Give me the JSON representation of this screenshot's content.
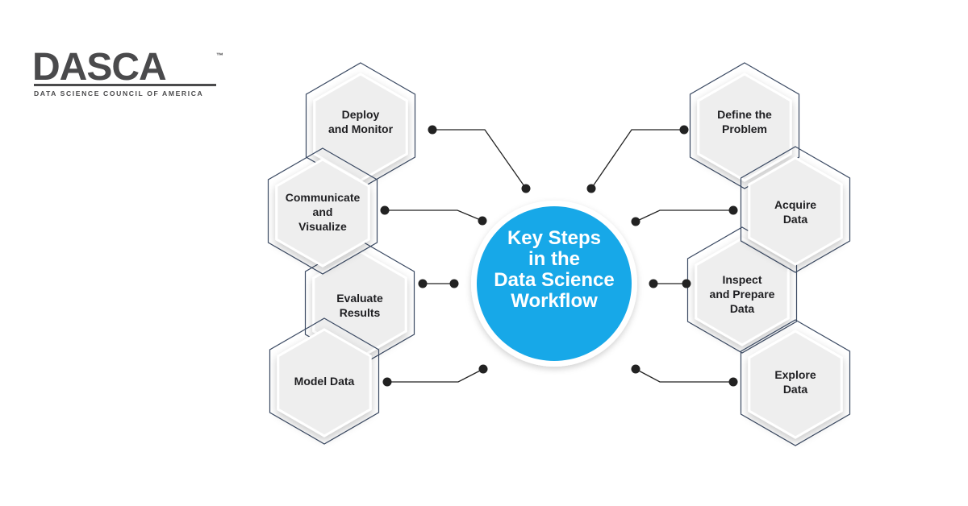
{
  "logo": {
    "wordmark": "DASCA",
    "trademark": "™",
    "subtitle": "DATA SCIENCE COUNCIL OF AMERICA"
  },
  "center": {
    "lines": [
      "Key Steps",
      "in the",
      "Data Science",
      "Workflow"
    ],
    "color": "#17a8e8"
  },
  "steps_left": [
    {
      "lines": [
        "Deploy",
        "and Monitor"
      ]
    },
    {
      "lines": [
        "Communicate",
        "and",
        "Visualize"
      ]
    },
    {
      "lines": [
        "Evaluate",
        "Results"
      ]
    },
    {
      "lines": [
        "Model Data"
      ]
    }
  ],
  "steps_right": [
    {
      "lines": [
        "Define the",
        "Problem"
      ]
    },
    {
      "lines": [
        "Acquire",
        "Data"
      ]
    },
    {
      "lines": [
        "Inspect",
        "and Prepare",
        "Data"
      ]
    },
    {
      "lines": [
        "Explore",
        "Data"
      ]
    }
  ],
  "colors": {
    "hex_fill": "#eeeeee",
    "hex_outline": "#3b4a63",
    "connector": "#222222",
    "logo": "#4a4a4c"
  }
}
